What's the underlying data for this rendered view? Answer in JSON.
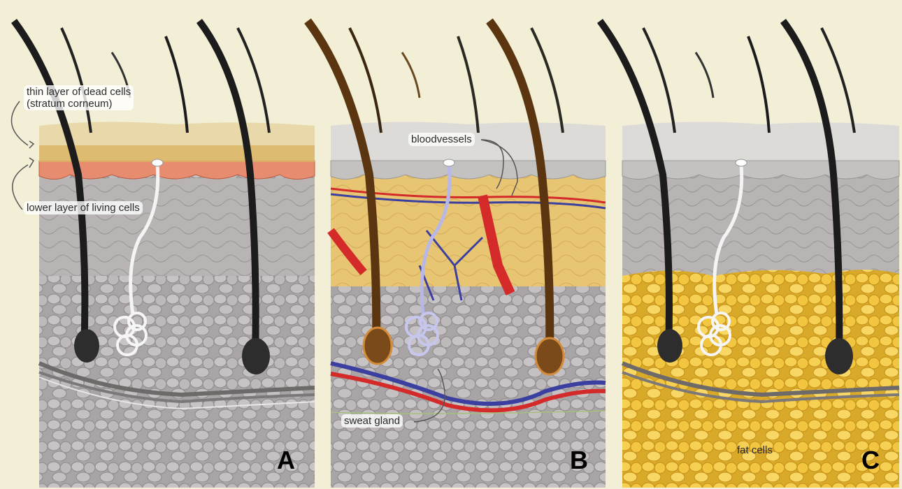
{
  "labels": {
    "dead_cells": "thin layer of dead cells",
    "stratum": "(stratum corneum)",
    "living_cells": "lower layer of living cells",
    "bloodvessels": "bloodvessels",
    "sweat_gland": "sweat gland",
    "fat_cells": "fat cells"
  },
  "panels": [
    {
      "letter": "A"
    },
    {
      "letter": "B"
    },
    {
      "letter": "C"
    }
  ],
  "colors": {
    "background": "#f2efd6",
    "highlight_epidermis": "#e88c70",
    "highlight_dermis": "#e9c874",
    "highlight_fat": "#f0c93a",
    "blood_red": "#d42a2a",
    "blood_blue": "#3a3fa0"
  }
}
